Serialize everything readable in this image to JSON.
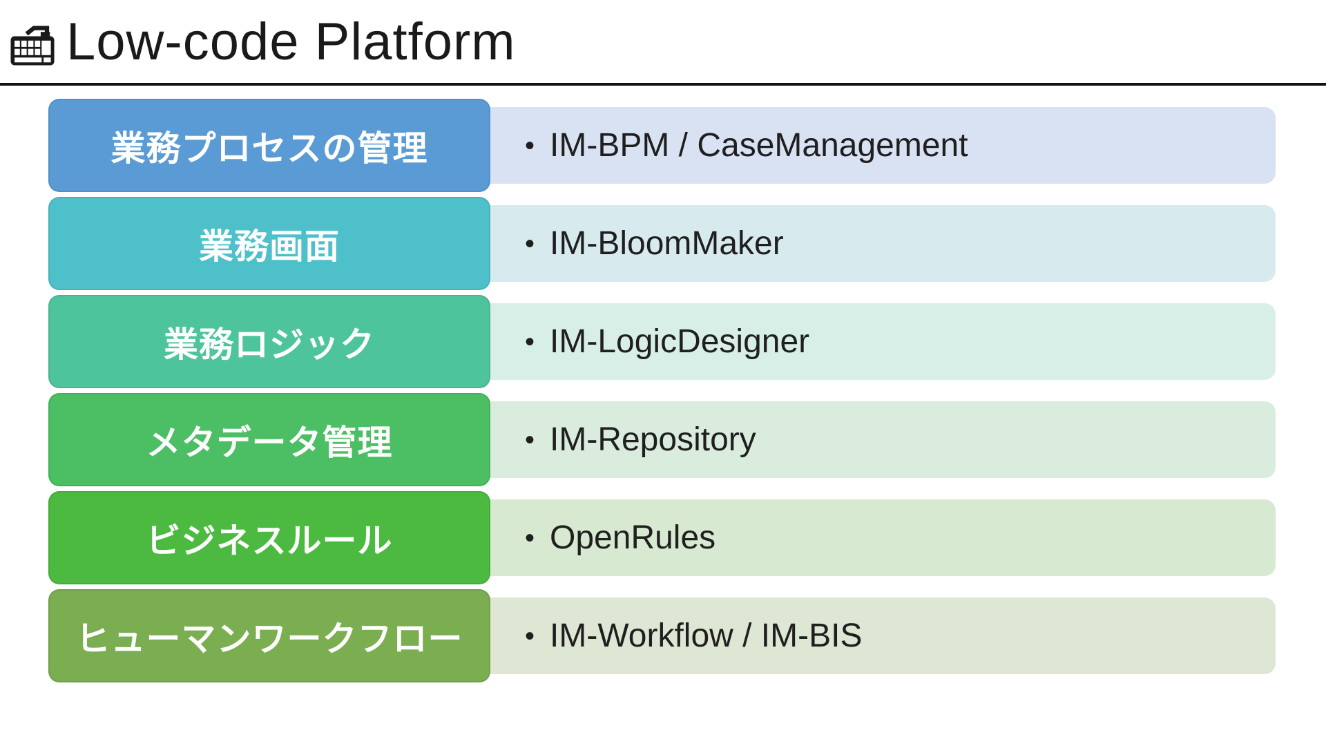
{
  "header": {
    "title": "Low-code Platform",
    "icon": "keyboard-icon"
  },
  "colors": {
    "title_text": "#1a1a1a",
    "divider": "#111111",
    "body_text": "#1f1f1f",
    "badge_text": "#ffffff"
  },
  "rows": [
    {
      "label": "業務プロセスの管理",
      "bullet": "•",
      "product": "IM-BPM / CaseManagement",
      "badge_color": "#5B9BD5",
      "bar_color": "#D9E2F3"
    },
    {
      "label": "業務画面",
      "bullet": "•",
      "product": "IM-BloomMaker",
      "badge_color": "#4EC0CA",
      "bar_color": "#D7EAEE"
    },
    {
      "label": "業務ロジック",
      "bullet": "•",
      "product": "IM-LogicDesigner",
      "badge_color": "#4EC49D",
      "bar_color": "#D8EFE7"
    },
    {
      "label": "メタデータ管理",
      "bullet": "•",
      "product": "IM-Repository",
      "badge_color": "#4CBE63",
      "bar_color": "#D9ECDD"
    },
    {
      "label": "ビジネスルール",
      "bullet": "•",
      "product": "OpenRules",
      "badge_color": "#4CBA41",
      "bar_color": "#D7E9D1"
    },
    {
      "label": "ヒューマンワークフロー",
      "bullet": "•",
      "product": "IM-Workflow / IM-BIS",
      "badge_color": "#7BAD51",
      "bar_color": "#DDE7D3"
    }
  ]
}
